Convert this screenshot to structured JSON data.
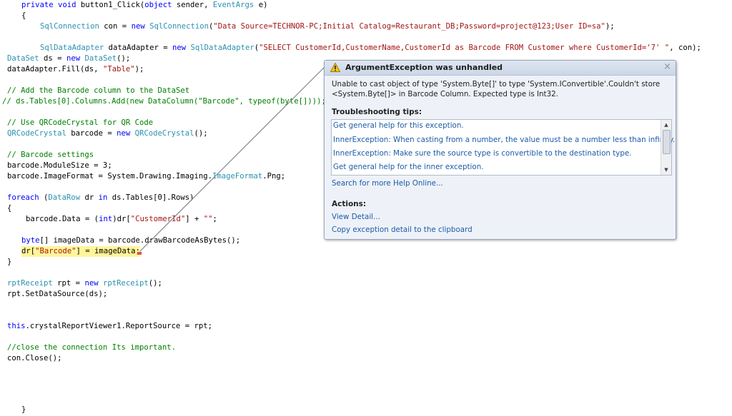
{
  "code": {
    "l1_kw": "private void",
    "l1_name": " button1_Click(",
    "l1_kw2": "object",
    "l1_mid": " sender, ",
    "l1_ty": "EventArgs",
    "l1_end": " e)",
    "l2": "{",
    "l3_ty1": "SqlConnection",
    "l3_a": " con = ",
    "l3_kw": "new",
    "l3_ty2": " SqlConnection",
    "l3_b": "(",
    "l3_str": "\"Data Source=TECHNOR-PC;Initial Catalog=Restaurant_DB;Password=project@123;User ID=sa\"",
    "l3_end": ");",
    "l4_ty1": "SqlDataAdapter",
    "l4_a": " dataAdapter = ",
    "l4_kw": "new",
    "l4_ty2": " SqlDataAdapter",
    "l4_b": "(",
    "l4_str": "\"SELECT CustomerId,CustomerName,CustomerId as Barcode FROM Customer where CustomerId='7' \"",
    "l4_end": ", con);",
    "l5_ty1": "DataSet",
    "l5_a": " ds = ",
    "l5_kw": "new",
    "l5_ty2": " DataSet",
    "l5_end": "();",
    "l6_a": "dataAdapter.Fill(ds, ",
    "l6_str": "\"Table\"",
    "l6_end": ");",
    "l7": "// Add the Barcode column to the DataSet",
    "l8": "// ds.Tables[0].Columns.Add(new DataColumn(\"Barcode\", typeof(byte[])));",
    "l9": "// Use QRCodeCrystal for QR Code",
    "l10_ty1": "QRCodeCrystal",
    "l10_a": " barcode = ",
    "l10_kw": "new",
    "l10_ty2": " QRCodeCrystal",
    "l10_end": "();",
    "l11": "// Barcode settings",
    "l12": "barcode.ModuleSize = 3;",
    "l13_a": "barcode.ImageFormat = System.Drawing.Imaging.",
    "l13_ty": "ImageFormat",
    "l13_end": ".Png;",
    "l14_kw": "foreach",
    "l14_a": " (",
    "l14_ty": "DataRow",
    "l14_b": " dr ",
    "l14_kw2": "in",
    "l14_end": " ds.Tables[0].Rows)",
    "l15": "{",
    "l16_a": "barcode.Data = (",
    "l16_kw": "int",
    "l16_b": ")dr[",
    "l16_str": "\"CustomerId\"",
    "l16_c": "] + ",
    "l16_str2": "\"\"",
    "l16_end": ";",
    "l17_kw": "byte",
    "l17_end": "[] imageData = barcode.drawBarcodeAsBytes();",
    "l18_a": "dr[",
    "l18_str": "\"Barcode\"",
    "l18_end": "] = imageData;",
    "l19": "}",
    "l20_ty1": "rptReceipt",
    "l20_a": " rpt = ",
    "l20_kw": "new",
    "l20_ty2": " rptReceipt",
    "l20_end": "();",
    "l21": "rpt.SetDataSource(ds);",
    "l22_kw": "this",
    "l22_end": ".crystalReportViewer1.ReportSource = rpt;",
    "l23": "//close the connection Its important.",
    "l24": "con.Close();",
    "l25": "}"
  },
  "popup": {
    "title": "ArgumentException was unhandled",
    "close": "×",
    "message1": "Unable to cast object of type 'System.Byte[]' to type 'System.IConvertible'.Couldn't store",
    "message2": "<System.Byte[]> in Barcode Column.  Expected type is Int32.",
    "tips_heading": "Troubleshooting tips:",
    "tips": [
      "Get general help for this exception.",
      "InnerException: When casting from a number, the value must be a number less than infinity.",
      "InnerException: Make sure the source type is convertible to the destination type.",
      "Get general help for the inner exception."
    ],
    "search_link": "Search for more Help Online...",
    "actions_heading": "Actions:",
    "actions": [
      "View Detail...",
      "Copy exception detail to the clipboard"
    ],
    "scroll_up": "▲",
    "scroll_down": "▼"
  }
}
